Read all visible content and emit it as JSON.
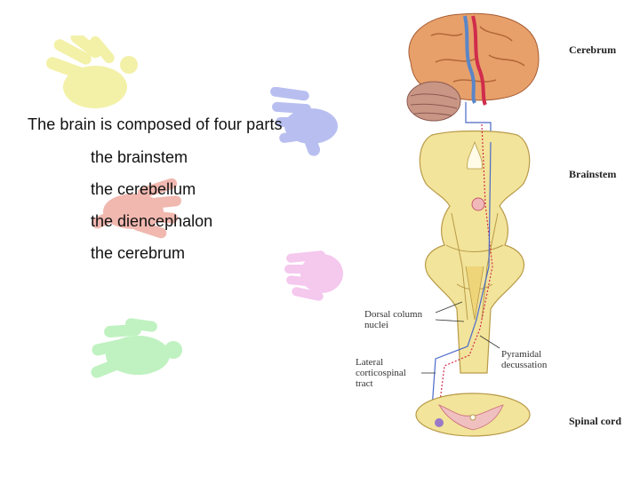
{
  "text_block": {
    "heading": "The brain is composed of four parts",
    "parts": [
      "the brainstem",
      "the cerebellum",
      "the diencephalon",
      "the cerebrum"
    ]
  },
  "figure": {
    "labels": {
      "cerebrum": "Cerebrum",
      "brainstem": "Brainstem",
      "spinal_cord": "Spinal cord",
      "dorsal_column_nuclei": "Dorsal column nuclei",
      "pyramidal_decussation": "Pyramidal decussation",
      "lateral_corticospinal_tract": "Lateral corticospinal tract"
    }
  },
  "colors": {
    "hand_yellow": "#f3f1a8",
    "hand_blue": "#b8bff0",
    "hand_red": "#f1b8b0",
    "hand_pink": "#f5c8ee",
    "hand_green": "#bff2c0",
    "brainstem_fill": "#f2e49a",
    "cerebrum_fill": "#e8a06a",
    "tract_red": "#c8284a",
    "tract_blue": "#4a68c8"
  }
}
